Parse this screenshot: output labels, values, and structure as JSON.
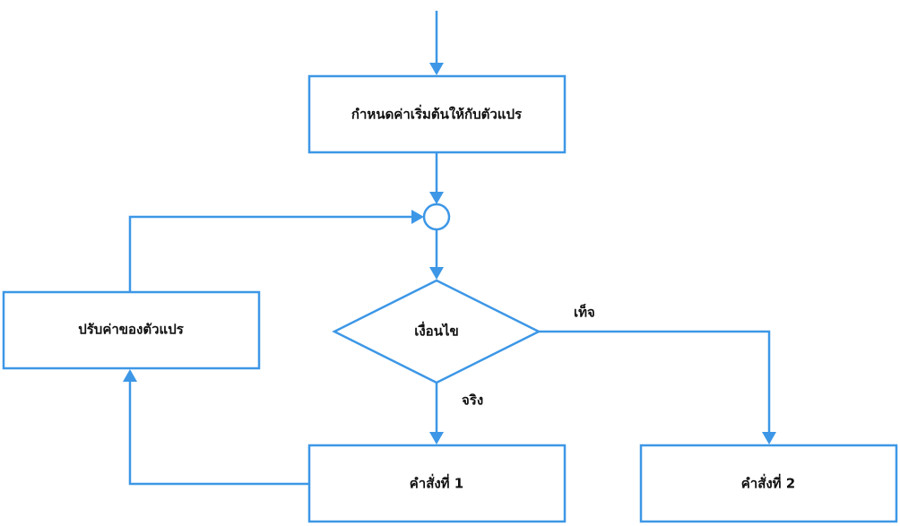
{
  "nodes": {
    "init": "กำหนดค่าเริ่มต้นให้กับตัวแปร",
    "update": "ปรับค่าของตัวแปร",
    "condition": "เงื่อนไข",
    "statement1": "คำสั่งที่ 1",
    "statement2": "คำสั่งที่ 2"
  },
  "edges": {
    "true_label": "จริง",
    "false_label": "เท็จ"
  },
  "colors": {
    "stroke": "#3d97e6",
    "text": "#111111",
    "background": "#ffffff"
  }
}
